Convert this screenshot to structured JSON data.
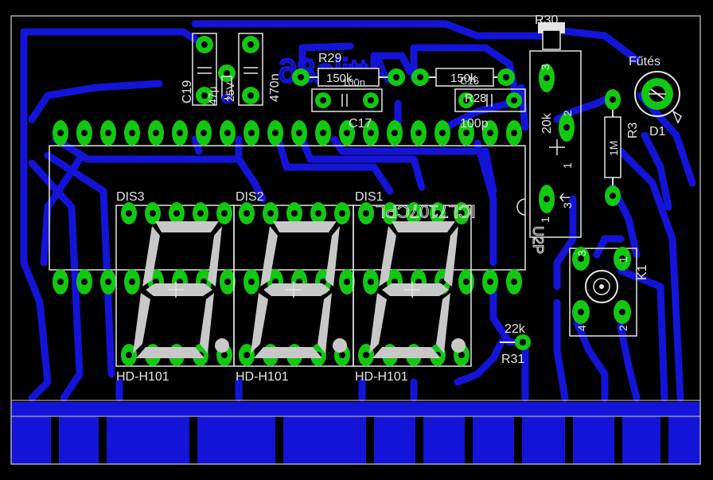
{
  "board": {
    "mirrored_text": "Attila86",
    "colors": {
      "background": "#000000",
      "copper": "#1414d8",
      "pad": "#12c812",
      "silk": "#e6e6e6",
      "outline": "#d0d0d0"
    }
  },
  "components": {
    "c19": "C19",
    "c19_value": "47µ",
    "c19_value_b": "25V",
    "c14_value": "470n",
    "r29": "R29",
    "r29_value": "150k",
    "r29_value_b": "100n",
    "c17": "C17",
    "r28_value": "150k",
    "c16": "C16",
    "r28": "R28",
    "r28_value_b": "100p",
    "r30": "R30",
    "r30_value": "20k",
    "r30_pin3": "3",
    "r30_pin2": "2",
    "r30_pin1": "1",
    "r30_pin3b": "3",
    "ic_pin1": "1",
    "ic_label_mirrored": "ICL7107CPL",
    "ic_ref_mirrored": "U2P",
    "heating_label": "Fűtés",
    "d1": "D1",
    "r3": "R3",
    "r3_value": "1M",
    "dis3": "DIS3",
    "dis2": "DIS2",
    "dis1": "DIS1",
    "display_part": "HD-H101",
    "r31_value": "22k",
    "r31": "R31",
    "k1": "K1",
    "k1_pin3": "3",
    "k1_pin1": "1",
    "k1_pin4": "4",
    "k1_pin2": "2"
  }
}
